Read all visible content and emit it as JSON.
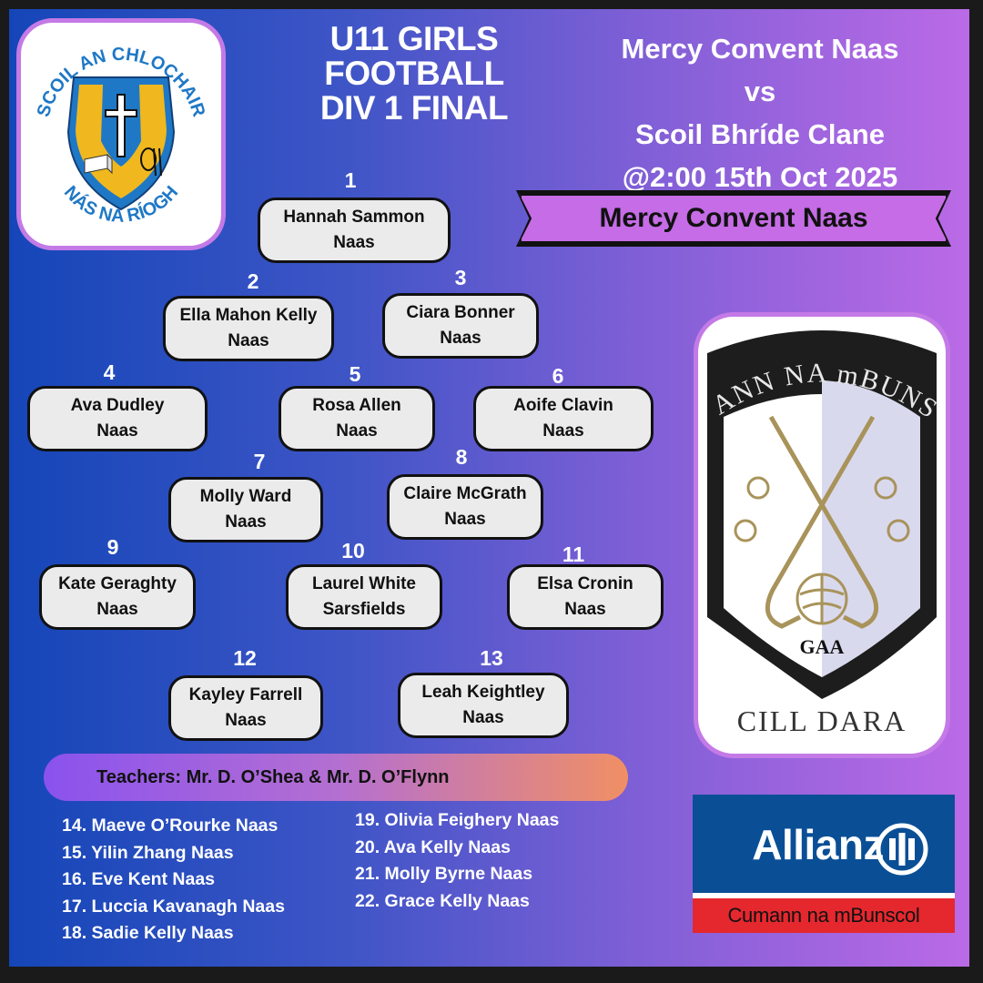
{
  "title": {
    "line1": "U11 GIRLS",
    "line2": "FOOTBALL",
    "line3": "DIV 1 FINAL"
  },
  "match": {
    "home": "Mercy Convent Naas",
    "vs": "vs",
    "away": "Scoil Bhríde Clane",
    "datetime": "@2:00  15th Oct 2025"
  },
  "banner": "Mercy Convent Naas",
  "school_crest": {
    "top_text": "SCOIL AN CHLOCHAIR",
    "bottom_text": "NÁS NA RÍOGH",
    "colors": {
      "blue": "#1f78c6",
      "gold": "#f0b81e"
    }
  },
  "association_crest": {
    "top_text": "CUMANN NA mBUNSCOL",
    "bottom_text": "CILL DARA",
    "mark": "GAA"
  },
  "players": [
    {
      "num": "1",
      "name": "Hannah Sammon",
      "club": "Naas"
    },
    {
      "num": "2",
      "name": "Ella Mahon Kelly",
      "club": "Naas"
    },
    {
      "num": "3",
      "name": "Ciara Bonner",
      "club": "Naas"
    },
    {
      "num": "4",
      "name": "Ava Dudley",
      "club": "Naas"
    },
    {
      "num": "5",
      "name": "Rosa Allen",
      "club": "Naas"
    },
    {
      "num": "6",
      "name": "Aoife Clavin",
      "club": "Naas"
    },
    {
      "num": "7",
      "name": "Molly Ward",
      "club": "Naas"
    },
    {
      "num": "8",
      "name": "Claire McGrath",
      "club": "Naas"
    },
    {
      "num": "9",
      "name": "Kate Geraghty",
      "club": "Naas"
    },
    {
      "num": "10",
      "name": "Laurel White",
      "club": "Sarsfields"
    },
    {
      "num": "11",
      "name": "Elsa Cronin",
      "club": "Naas"
    },
    {
      "num": "12",
      "name": "Kayley Farrell",
      "club": "Naas"
    },
    {
      "num": "13",
      "name": "Leah Keightley",
      "club": "Naas"
    }
  ],
  "teachers": "Teachers: Mr. D. O’Shea & Mr. D. O’Flynn",
  "subs_left": [
    "14. Maeve O’Rourke Naas",
    "15. Yilin Zhang Naas",
    "16. Eve Kent Naas",
    "17. Luccia Kavanagh Naas",
    "18. Sadie Kelly Naas"
  ],
  "subs_right": [
    "19. Olivia Feighery Naas",
    "20. Ava Kelly Naas",
    "21. Molly Byrne Naas",
    "22. Grace Kelly Naas"
  ],
  "sponsor": {
    "name": "Allianz",
    "strip": "Cumann na mBunscol",
    "colors": {
      "blue": "#0a4f96",
      "red": "#e4282e"
    }
  },
  "colors": {
    "accent_purple": "#c56ce6",
    "card": "#ebebeb"
  }
}
